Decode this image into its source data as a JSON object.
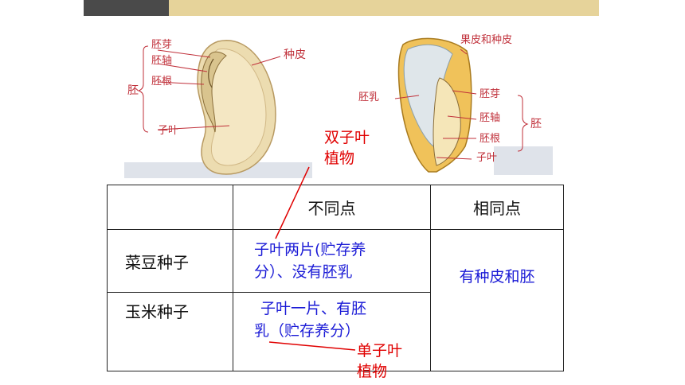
{
  "left_diagram": {
    "labels": {
      "embryo_bud": "胚芽",
      "embryo_axis": "胚轴",
      "embryo_root": "胚根",
      "embryo": "胚",
      "cotyledon": "子叶",
      "seed_coat": "种皮"
    }
  },
  "right_diagram": {
    "labels": {
      "pericarp_seed_coat": "果皮和种皮",
      "endosperm": "胚乳",
      "embryo_bud": "胚芽",
      "embryo_axis": "胚轴",
      "embryo_root": "胚根",
      "embryo": "胚",
      "cotyledon": "子叶"
    }
  },
  "annotations": {
    "dicot_line1": "双子叶",
    "dicot_line2": "植物",
    "monocot_line1": "单子叶",
    "monocot_line2": "植物"
  },
  "table": {
    "headers": [
      "",
      "不同点",
      "相同点"
    ],
    "rows": [
      {
        "name": "菜豆种子",
        "diff_line1": "子叶两片(贮存养",
        "diff_line2": "分）、没有胚乳"
      },
      {
        "name": "玉米种子",
        "diff_line1": "子叶一片、有胚",
        "diff_line2": "乳（贮存养分）"
      }
    ],
    "common": "有种皮和胚"
  },
  "colors": {
    "label_red": "#c0303a",
    "annotation_red": "#e00000",
    "body_blue": "#1a1ad6",
    "bar_dark": "#4a4a4a",
    "bar_gold": "#e6d39a"
  }
}
